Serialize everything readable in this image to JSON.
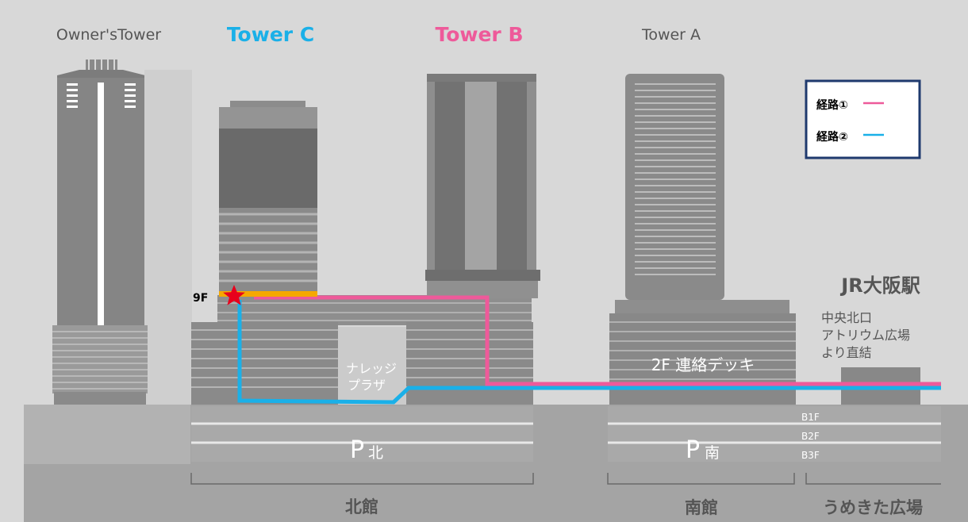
{
  "towers": {
    "owners": "Owner'sTower",
    "c": "Tower C",
    "b": "Tower B",
    "a": "Tower A"
  },
  "legend": {
    "route1": "経路①",
    "route2": "経路②"
  },
  "colors": {
    "background": "#d8d8d8",
    "tower_c": "#1ab0e8",
    "tower_b": "#ee5a9a",
    "route1": "#ee5a9a",
    "route2": "#1ab0e8",
    "floor_highlight": "#f5a800",
    "star": "#e8001c",
    "legend_border": "#1f3a6e"
  },
  "labels": {
    "floor_9f": "9F",
    "knowledge_plaza_1": "ナレッジ",
    "knowledge_plaza_2": "プラザ",
    "deck": "2F  連絡デッキ",
    "jr_osaka": "JR大阪駅",
    "atrium_1": "中央北口",
    "atrium_2": "アトリウム広場",
    "atrium_3": "より直結",
    "b1f": "B1F",
    "b2f": "B2F",
    "b3f": "B3F",
    "p_north_p": "P",
    "p_north_k": "北",
    "p_south_p": "P",
    "p_south_k": "南",
    "north_building": "北館",
    "south_building": "南館",
    "umekita": "うめきた広場"
  }
}
